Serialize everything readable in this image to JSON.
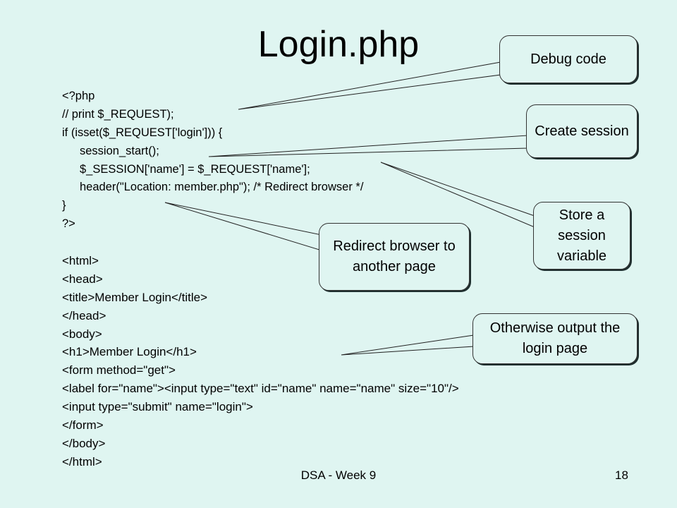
{
  "slide": {
    "title": "Login.php",
    "code_lines": [
      {
        "text": "<?php",
        "indent": false
      },
      {
        "text": "// print $_REQUEST);",
        "indent": false
      },
      {
        "text": "if (isset($_REQUEST['login'])) {",
        "indent": false
      },
      {
        "text": "session_start();",
        "indent": true
      },
      {
        "text": "$_SESSION['name'] = $_REQUEST['name'];",
        "indent": true
      },
      {
        "text": "header(\"Location: member.php\"); /* Redirect browser */",
        "indent": true
      },
      {
        "text": "}",
        "indent": false
      },
      {
        "text": "?>",
        "indent": false
      },
      {
        "text": "",
        "indent": false
      },
      {
        "text": "<html>",
        "indent": false
      },
      {
        "text": "<head>",
        "indent": false
      },
      {
        "text": "<title>Member Login</title>",
        "indent": false
      },
      {
        "text": "</head>",
        "indent": false
      },
      {
        "text": "<body>",
        "indent": false
      },
      {
        "text": "<h1>Member Login</h1>",
        "indent": false
      },
      {
        "text": "<form method=\"get\">",
        "indent": false
      },
      {
        "text": "<label for=\"name\"><input type=\"text\" id=\"name\" name=\"name\" size=\"10\"/>",
        "indent": false
      },
      {
        "text": "<input type=\"submit\" name=\"login\">",
        "indent": false
      },
      {
        "text": "</form>",
        "indent": false
      },
      {
        "text": "</body>",
        "indent": false
      },
      {
        "text": "</html>",
        "indent": false
      }
    ],
    "callouts": {
      "debug": "Debug code",
      "create_session": "Create session",
      "store_variable": "Store a session variable",
      "redirect": "Redirect browser to another page",
      "otherwise": "Otherwise output the login page"
    },
    "footer": {
      "center": "DSA - Week 9",
      "page_number": "18"
    }
  }
}
